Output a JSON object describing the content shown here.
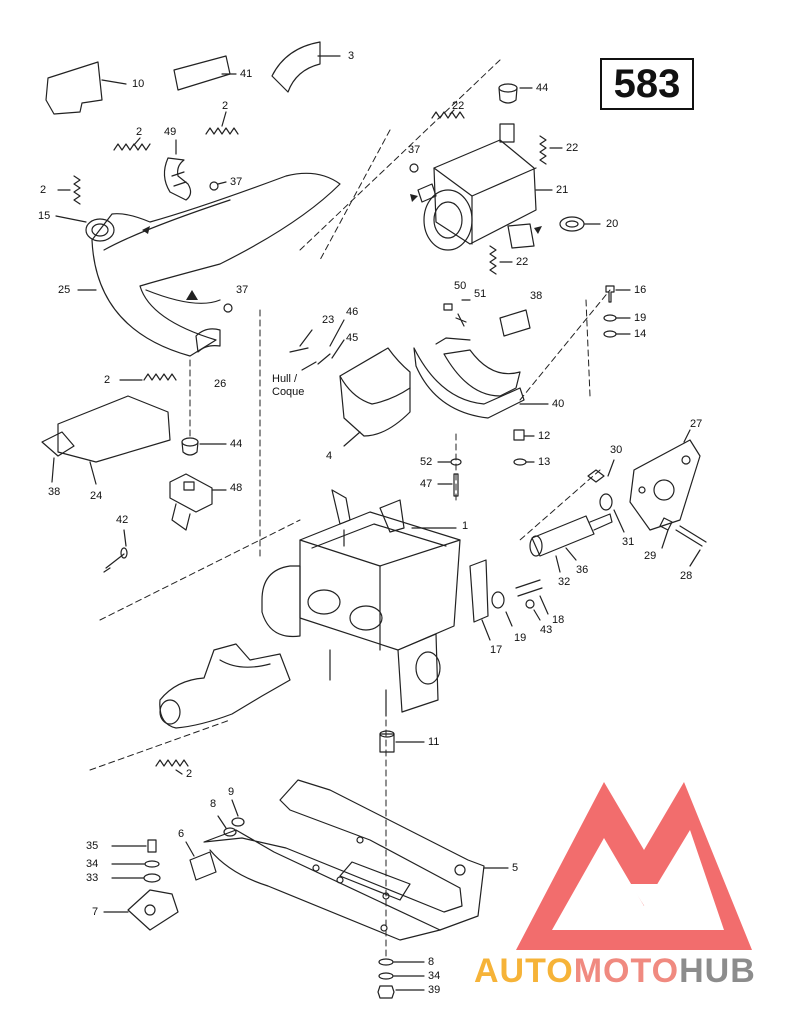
{
  "page_number": "583",
  "hull_label": [
    "Hull /",
    "Coque"
  ],
  "callouts": [
    {
      "id": "c10",
      "text": "10"
    },
    {
      "id": "c41",
      "text": "41"
    },
    {
      "id": "c3",
      "text": "3"
    },
    {
      "id": "c44a",
      "text": "44"
    },
    {
      "id": "c2a",
      "text": "2"
    },
    {
      "id": "c2b",
      "text": "2"
    },
    {
      "id": "c49",
      "text": "49"
    },
    {
      "id": "c22a",
      "text": "22"
    },
    {
      "id": "c22b",
      "text": "22"
    },
    {
      "id": "c37a",
      "text": "37"
    },
    {
      "id": "c37b",
      "text": "37"
    },
    {
      "id": "c2c",
      "text": "2"
    },
    {
      "id": "c21",
      "text": "21"
    },
    {
      "id": "c15",
      "text": "15"
    },
    {
      "id": "c20",
      "text": "20"
    },
    {
      "id": "c22c",
      "text": "22"
    },
    {
      "id": "c25",
      "text": "25"
    },
    {
      "id": "c37c",
      "text": "37"
    },
    {
      "id": "c50",
      "text": "50"
    },
    {
      "id": "c51",
      "text": "51"
    },
    {
      "id": "c38a",
      "text": "38"
    },
    {
      "id": "c16",
      "text": "16"
    },
    {
      "id": "c19a",
      "text": "19"
    },
    {
      "id": "c14",
      "text": "14"
    },
    {
      "id": "c23",
      "text": "23"
    },
    {
      "id": "c46",
      "text": "46"
    },
    {
      "id": "c45",
      "text": "45"
    },
    {
      "id": "c2d",
      "text": "2"
    },
    {
      "id": "c26",
      "text": "26"
    },
    {
      "id": "c40",
      "text": "40"
    },
    {
      "id": "c12",
      "text": "12"
    },
    {
      "id": "c27",
      "text": "27"
    },
    {
      "id": "c44b",
      "text": "44"
    },
    {
      "id": "c4",
      "text": "4"
    },
    {
      "id": "c52",
      "text": "52"
    },
    {
      "id": "c13",
      "text": "13"
    },
    {
      "id": "c30",
      "text": "30"
    },
    {
      "id": "c47",
      "text": "47"
    },
    {
      "id": "c38b",
      "text": "38"
    },
    {
      "id": "c24",
      "text": "24"
    },
    {
      "id": "c48",
      "text": "48"
    },
    {
      "id": "c1",
      "text": "1"
    },
    {
      "id": "c31",
      "text": "31"
    },
    {
      "id": "c42",
      "text": "42"
    },
    {
      "id": "c36",
      "text": "36"
    },
    {
      "id": "c29",
      "text": "29"
    },
    {
      "id": "c28",
      "text": "28"
    },
    {
      "id": "c32",
      "text": "32"
    },
    {
      "id": "c18",
      "text": "18"
    },
    {
      "id": "c43",
      "text": "43"
    },
    {
      "id": "c19b",
      "text": "19"
    },
    {
      "id": "c17",
      "text": "17"
    },
    {
      "id": "c11",
      "text": "11"
    },
    {
      "id": "c2e",
      "text": "2"
    },
    {
      "id": "c9",
      "text": "9"
    },
    {
      "id": "c8a",
      "text": "8"
    },
    {
      "id": "c6",
      "text": "6"
    },
    {
      "id": "c35",
      "text": "35"
    },
    {
      "id": "c34a",
      "text": "34"
    },
    {
      "id": "c33",
      "text": "33"
    },
    {
      "id": "c5",
      "text": "5"
    },
    {
      "id": "c7",
      "text": "7"
    },
    {
      "id": "c8b",
      "text": "8"
    },
    {
      "id": "c34b",
      "text": "34"
    },
    {
      "id": "c39",
      "text": "39"
    }
  ],
  "watermark": {
    "parts": [
      {
        "text": "AUTO",
        "color": "#f6b338"
      },
      {
        "text": "MOTO",
        "color": "#f08a80"
      },
      {
        "text": "HUB",
        "color": "#8c8c8c"
      }
    ],
    "logo_color": "#f26d6d"
  }
}
